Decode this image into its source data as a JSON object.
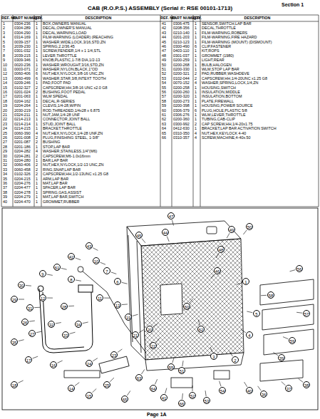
{
  "diagram": {
    "title": "CAB (R.O.P.S.) ASSEMBLY (Serial #: RSE 00101-1713)",
    "labels": [
      "Section 1",
      "REF. NO.",
      "PART NUMBER",
      "QTY.",
      "DESCRIPTION",
      "REF. NO.",
      "PART NUMBER",
      "QTY.",
      "DESCRIPTION",
      "1",
      "0304-236",
      "1",
      "BOX,OWNERS MANUAL",
      "2",
      "0304-289",
      "1",
      "DECAL,OWNER'S MANUAL",
      "3",
      "0304-290",
      "1",
      "DECAL,WARNING,LOAD",
      "4",
      "0314-169",
      "1",
      "FILM-WARNING (LOADER) (REACHING",
      "5",
      "0039-157",
      "1",
      "WASHER,WIDE,LOCK,3/16,STD,ZN",
      "6",
      "2039-230",
      "1",
      "SPRING,2.2/36.45",
      "7",
      "0301-032",
      "1",
      "SCREW,FENDER,1/4 x 1 1/4,STL",
      "8",
      "2039-215",
      "1",
      "LEVER,THROTTLE",
      "9",
      "0309-346",
      "1",
      "KNOB,PLASTIC,1-7/8 DIA,1/2-13",
      "10",
      "0020-236",
      "1",
      "WASHER,WROUGHT,3/16,STD,ZN",
      "11",
      "0003-071",
      "2",
      "WASHER,NYLON,BLACK,1\"OD",
      "12",
      "0060-406",
      "6",
      "NUT,HEX,NYLOCK,3/8-16 UNC,ZN",
      "13",
      "0060-499",
      "6",
      "WASHER,STAR,3/8,INTEXT TOOTH",
      "14",
      "0209-246",
      "1",
      "PAD,FOOT PAD",
      "15",
      "0102-327",
      "2",
      "CAPSCREW,HH,3/8-16 UNC x2.0 G8",
      "16",
      "0201-024",
      "2",
      "BUSHING,FOOT PEDAL",
      "17",
      "0201-063",
      "1",
      "WLM SPEDAL",
      "18",
      "0204-162",
      "1",
      "DECAL,R-SERIES",
      "19",
      "0204-264",
      "1",
      "CLEVIS,1/4-28,W/PIN",
      "20",
      "2030-219",
      "1",
      "ROD,THREADED,1/4x28 x 6.875",
      "21",
      "0324-211",
      "1",
      "NUT,JAM,1/4-28 UNF",
      "22",
      "0214-213",
      "1",
      "CONNECTOR,JOINT BALL",
      "23",
      "0214-214",
      "1",
      "STUD,JOINT BALL",
      "24",
      "0214-215",
      "1",
      "BRACKET,THROTTLE",
      "25",
      "0060-390",
      "4",
      "NUT,HEX,NYLOCK,1/4-28 UNF,ZN",
      "26",
      "0201-008",
      "2",
      "PLUG,FINISHING STEEL, 1-3/8\"",
      "27",
      "0201-087",
      "2",
      "BUSHING",
      "28",
      "0201-186",
      "1",
      "STOP,LAP BAR",
      "29",
      "0204-282",
      "4",
      "WASHER,STAINLESS,1/4\"(M6)",
      "30",
      "0204-281",
      "2",
      "CAPSCREW,M6-1.0x16mm",
      "31",
      "0204-280",
      "1",
      "BAR,LAP BAR",
      "32",
      "0060-406",
      "2",
      "NUT,HEX,NYLOCK,1/2-13 UNC,ZN",
      "33",
      "0060-458",
      "2",
      "RING,SNAP,LAP BAR",
      "34",
      "0102-326",
      "2",
      "CAPSCREW,HH,1/2-13UNC x1.25 G8",
      "35",
      "0204-215",
      "1",
      "ARM,LAP BAR",
      "36",
      "0204-276",
      "1",
      "MAT,LAP BAR",
      "37",
      "0204-477",
      "1",
      "SPACER,LAP BAR",
      "38",
      "0204-278",
      "1",
      "SPRING,GAS,ASSIST",
      "39",
      "0204-279",
      "1",
      "MAT,LAP BAR,SWITCH",
      "40",
      "0204-470",
      "1",
      "GROMMET,RUBBER",
      "41",
      "0306-475",
      "1",
      "SENSOR,SWITCH,LAP BAR",
      "42",
      "0208-356",
      "1",
      "DECAL,THROTTLE",
      "43",
      "0210-140",
      "1",
      "FILM-WARNING,ROBERS",
      "44",
      "0201-203",
      "1",
      "FILM-WARNING,FIRE HAZARD",
      "45",
      "0210-123",
      "1",
      "FILM-WARNING (MOUNT) (DISMOUNT)",
      "46",
      "0300-490",
      "6",
      "CLIP,FASTENER",
      "47",
      "0403-110",
      "1",
      "KIT,ROPS",
      "48",
      "0301-037",
      "1",
      "GROMMET (1980)",
      "49",
      "0200-259",
      "1",
      "LIGHT,REAR",
      "50",
      "0200-268",
      "1",
      "BULB,HALOGEN",
      "51",
      "0200-330",
      "1",
      "WLM,STOP LAP BAR",
      "52",
      "0200-321",
      "2",
      "PAD,RUBBER,WASHDEVE",
      "53",
      "0102-044",
      "2",
      "CAPSCREW,HH,1/4-20UNC x1.25 G8",
      "54",
      "0070-152",
      "4",
      "WASHER,SPRING,LOCK,1/4,ZN",
      "55",
      "0200-258",
      "1",
      "HOUSING,SWITCH",
      "56",
      "0200-260",
      "1",
      "INSULATION,MIDDLE",
      "57",
      "0200-320",
      "1",
      "INSULATION,BOTTOM",
      "58",
      "0200-273",
      "1",
      "PLATE,FIREWALL",
      "59",
      "0200-398",
      "1",
      "HOUSING,POWER SOURCE",
      "60",
      "0306-379",
      "6",
      "PLUG,HOLE,PLASTIC 5/8",
      "61",
      "0306-276",
      "1",
      "WLM,LEVER,THROTTLE",
      "62",
      "0200-360",
      "1",
      "TUBING,CAB-CLIP",
      "63",
      "0300-992",
      "2",
      "CAP SCREW,HH,1/4-20x1.75",
      "64",
      "0412-630",
      "1",
      "BRACKET,LAP BAR ACTIVATION SWITCH",
      "65",
      "0310-350",
      "4",
      "NUT,HEX,KEYLOCK 4-40",
      "66",
      "0310-357",
      "4",
      "SCREW,MACHINE,4-40x.50",
      "47",
      "45",
      "44",
      "49",
      "50",
      "48",
      "43",
      "42",
      "61",
      "8",
      "9",
      "7",
      "10",
      "6",
      "46",
      "11",
      "12",
      "13",
      "14",
      "15",
      "16",
      "17",
      "18",
      "19",
      "20",
      "21",
      "22",
      "23",
      "24",
      "25",
      "26",
      "27",
      "28",
      "29",
      "30",
      "31",
      "32",
      "33",
      "34",
      "35",
      "36",
      "37",
      "38",
      "39",
      "40",
      "41",
      "51",
      "52",
      "53",
      "54",
      "55",
      "56",
      "57",
      "58",
      "59",
      "60",
      "62",
      "63",
      "64",
      "65",
      "66",
      "1",
      "2",
      "3",
      "4",
      "5",
      "Page 1A"
    ]
  }
}
